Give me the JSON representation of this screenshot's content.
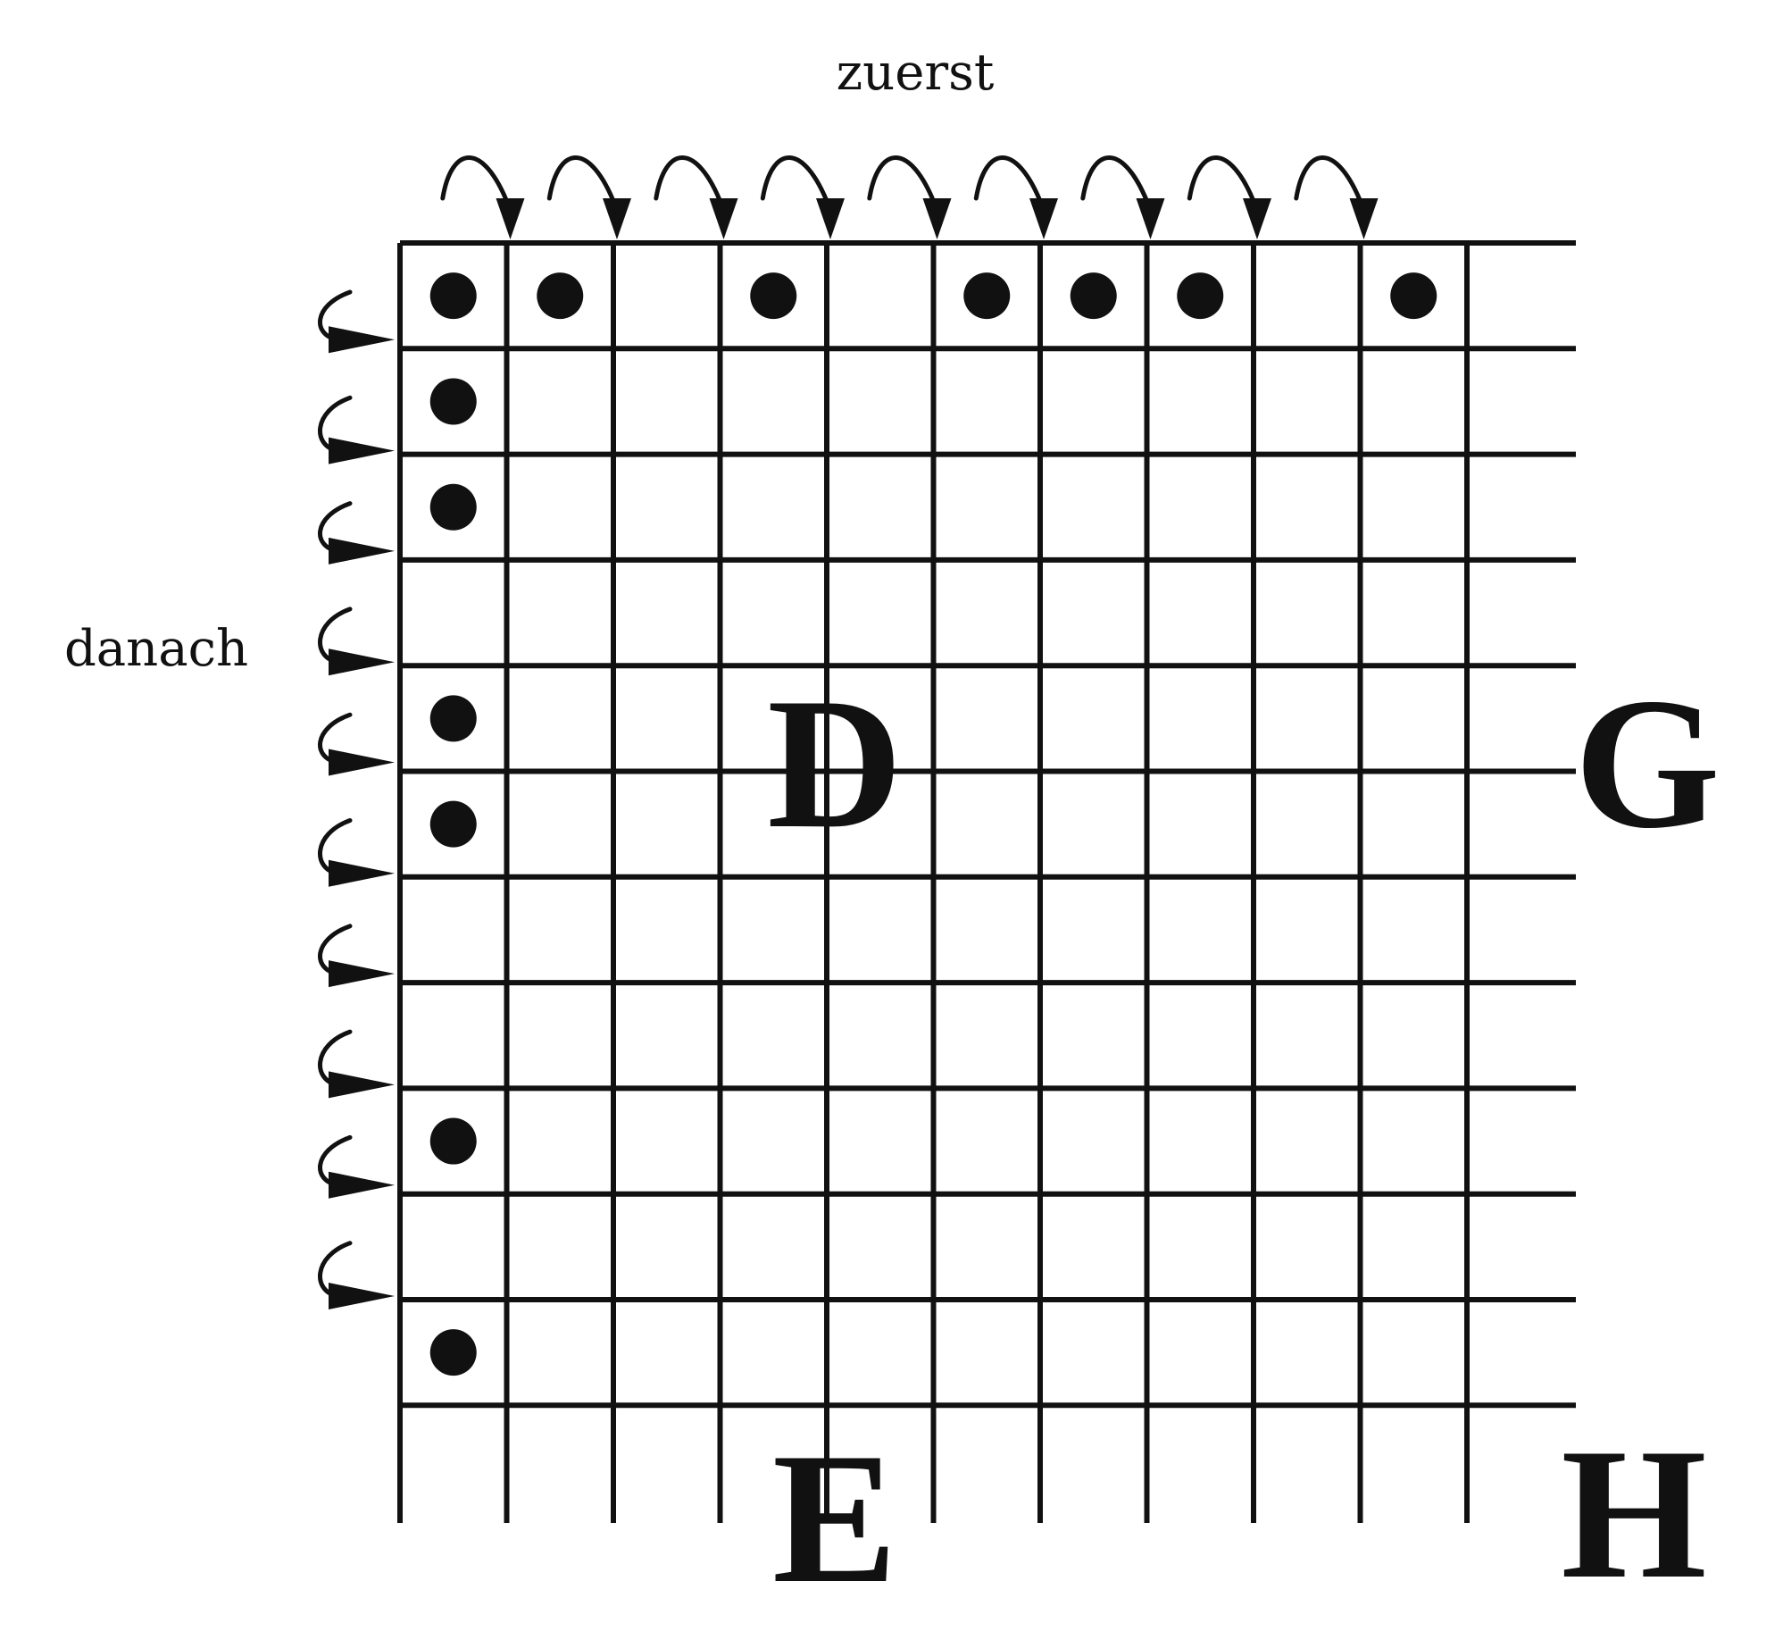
{
  "labels": {
    "top": "zuerst",
    "left": "danach",
    "letter_d": "D",
    "letter_e": "E",
    "letter_g": "G",
    "letter_h": "H"
  },
  "grid": {
    "columns": 11,
    "rows": 12,
    "open_right_edge": true,
    "open_bottom_edge": true
  },
  "marked_cells": {
    "top_row_columns": [
      0,
      1,
      3,
      5,
      6,
      7,
      9
    ],
    "left_column_rows": [
      0,
      1,
      2,
      4,
      5,
      8,
      10
    ]
  },
  "arrows": {
    "top_row_count": 9,
    "left_column_count": 10
  },
  "colors": {
    "ink": "#111111",
    "background": "#ffffff"
  }
}
